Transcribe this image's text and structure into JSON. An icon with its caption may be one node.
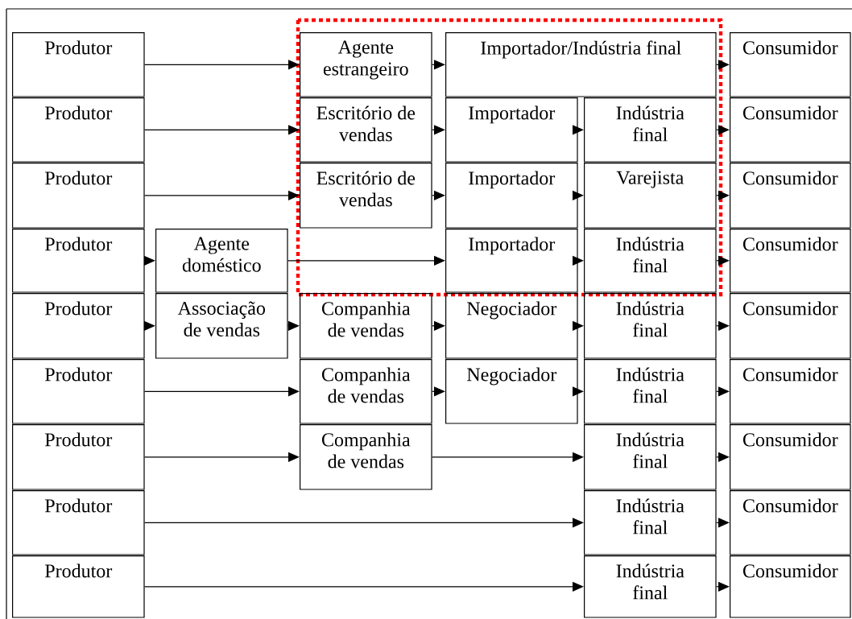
{
  "diagram": {
    "nodes": [
      {
        "text": [
          "Produtor"
        ]
      },
      {
        "text": [
          "Agente estrangeiro"
        ]
      },
      {
        "text": [
          "Importador/Indústria final"
        ]
      },
      {
        "text": [
          "Consumidor"
        ]
      },
      {
        "text": [
          "Produtor"
        ]
      },
      {
        "text": [
          "Escritório de vendas"
        ]
      },
      {
        "text": [
          "Importador"
        ]
      },
      {
        "text": [
          "Indústria final"
        ]
      },
      {
        "text": [
          "Consumidor"
        ]
      },
      {
        "text": [
          "Produtor"
        ]
      },
      {
        "text": [
          "Escritório de vendas"
        ]
      },
      {
        "text": [
          "Importador"
        ]
      },
      {
        "text": [
          "Varejista"
        ]
      },
      {
        "text": [
          "Consumidor"
        ]
      },
      {
        "text": [
          "Produtor"
        ]
      },
      {
        "text": [
          "Agente doméstico"
        ]
      },
      {
        "text": [
          "Importador"
        ]
      },
      {
        "text": [
          "Indústria final"
        ]
      },
      {
        "text": [
          "Consumidor"
        ]
      },
      {
        "text": [
          "Produtor"
        ]
      },
      {
        "text": [
          "Associação de vendas"
        ]
      },
      {
        "text": [
          "Companhia de vendas"
        ]
      },
      {
        "text": [
          "Negociador"
        ]
      },
      {
        "text": [
          "Indústria final"
        ]
      },
      {
        "text": [
          "Consumidor"
        ]
      },
      {
        "text": [
          "Produtor"
        ]
      },
      {
        "text": [
          "Companhia de vendas"
        ]
      },
      {
        "text": [
          "Negociador"
        ]
      },
      {
        "text": [
          "Indústria final"
        ]
      },
      {
        "text": [
          "Consumidor"
        ]
      },
      {
        "text": [
          "Produtor"
        ]
      },
      {
        "text": [
          "Companhia de vendas"
        ]
      },
      {
        "text": [
          "Indústria final"
        ]
      },
      {
        "text": [
          "Consumidor"
        ]
      },
      {
        "text": [
          "Produtor"
        ]
      },
      {
        "text": [
          "Indústria final"
        ]
      },
      {
        "text": [
          "Consumidor"
        ]
      },
      {
        "text": [
          "Produtor"
        ]
      },
      {
        "text": [
          "Indústria final"
        ]
      },
      {
        "text": [
          "Consumidor"
        ]
      }
    ],
    "edges": [
      {
        "from": 0,
        "to": 1,
        "arrow": "to"
      },
      {
        "from": 1,
        "to": 2,
        "arrow": "to"
      },
      {
        "from": 2,
        "to": 3,
        "arrow": "to"
      },
      {
        "from": 4,
        "to": 5,
        "arrow": "to"
      },
      {
        "from": 5,
        "to": 6,
        "arrow": "to"
      },
      {
        "from": 6,
        "to": 7,
        "arrow": "to"
      },
      {
        "from": 7,
        "to": 8,
        "arrow": "to"
      },
      {
        "from": 9,
        "to": 10,
        "arrow": "to"
      },
      {
        "from": 10,
        "to": 11,
        "arrow": "to"
      },
      {
        "from": 11,
        "to": 12,
        "arrow": "to"
      },
      {
        "from": 12,
        "to": 13,
        "arrow": "to"
      },
      {
        "from": 14,
        "to": 15,
        "arrow": "to"
      },
      {
        "from": 15,
        "to": 16,
        "arrow": "to"
      },
      {
        "from": 16,
        "to": 17,
        "arrow": "to"
      },
      {
        "from": 17,
        "to": 18,
        "arrow": "to"
      },
      {
        "from": 19,
        "to": 20,
        "arrow": "to"
      },
      {
        "from": 20,
        "to": 21,
        "arrow": "to"
      },
      {
        "from": 21,
        "to": 22,
        "arrow": "to"
      },
      {
        "from": 22,
        "to": 23,
        "arrow": "to"
      },
      {
        "from": 23,
        "to": 24,
        "arrow": "to"
      },
      {
        "from": 25,
        "to": 26,
        "arrow": "to"
      },
      {
        "from": 26,
        "to": 27,
        "arrow": "to"
      },
      {
        "from": 27,
        "to": 28,
        "arrow": "to"
      },
      {
        "from": 28,
        "to": 29,
        "arrow": "to"
      },
      {
        "from": 30,
        "to": 31,
        "arrow": "to"
      },
      {
        "from": 31,
        "to": 32,
        "arrow": "to"
      },
      {
        "from": 32,
        "to": 33,
        "arrow": "to"
      },
      {
        "from": 34,
        "to": 35,
        "arrow": "to"
      },
      {
        "from": 35,
        "to": 36,
        "arrow": "to"
      },
      {
        "from": 37,
        "to": 38,
        "arrow": "to"
      },
      {
        "from": 38,
        "to": 39,
        "arrow": "to"
      }
    ]
  }
}
